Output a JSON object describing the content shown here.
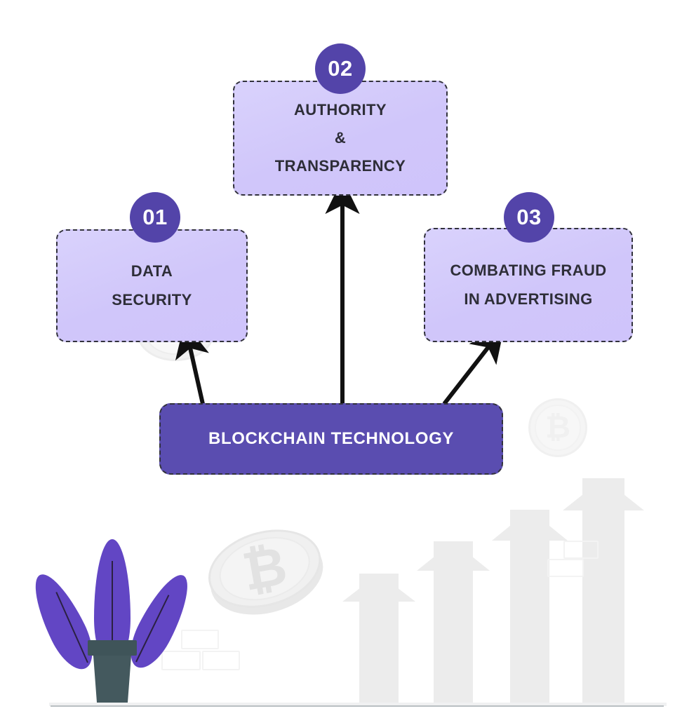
{
  "title": "Blockchain Technology Benefits Diagram",
  "colors": {
    "badge_purple": "#5344A9",
    "box_lavender": "#D4CBFA",
    "root_purple": "#5A4DB0",
    "text_dark": "#2e2e38",
    "text_light": "#ffffff",
    "decor_gray": "#ececec",
    "plant_purple": "#6246C4",
    "pot_slate": "#44595E"
  },
  "root": {
    "label": "BLOCKCHAIN TECHNOLOGY"
  },
  "nodes": [
    {
      "badge": "01",
      "label": "DATA\nSECURITY",
      "line1": "DATA",
      "line2": "SECURITY",
      "position": "left"
    },
    {
      "badge": "02",
      "label": "AUTHORITY\n&\nTRANSPARENCY",
      "line1": "AUTHORITY",
      "line2": "&",
      "line3": "TRANSPARENCY",
      "position": "center"
    },
    {
      "badge": "03",
      "label": "COMBATING FRAUD\nIN ADVERTISING",
      "line1": "COMBATING FRAUD",
      "line2": "IN ADVERTISING",
      "position": "right"
    }
  ],
  "decorations": {
    "coin_symbol": "₿",
    "arrow_count": 4,
    "coin_count": 3,
    "brick_count": 5,
    "plant": "potted-plant"
  }
}
